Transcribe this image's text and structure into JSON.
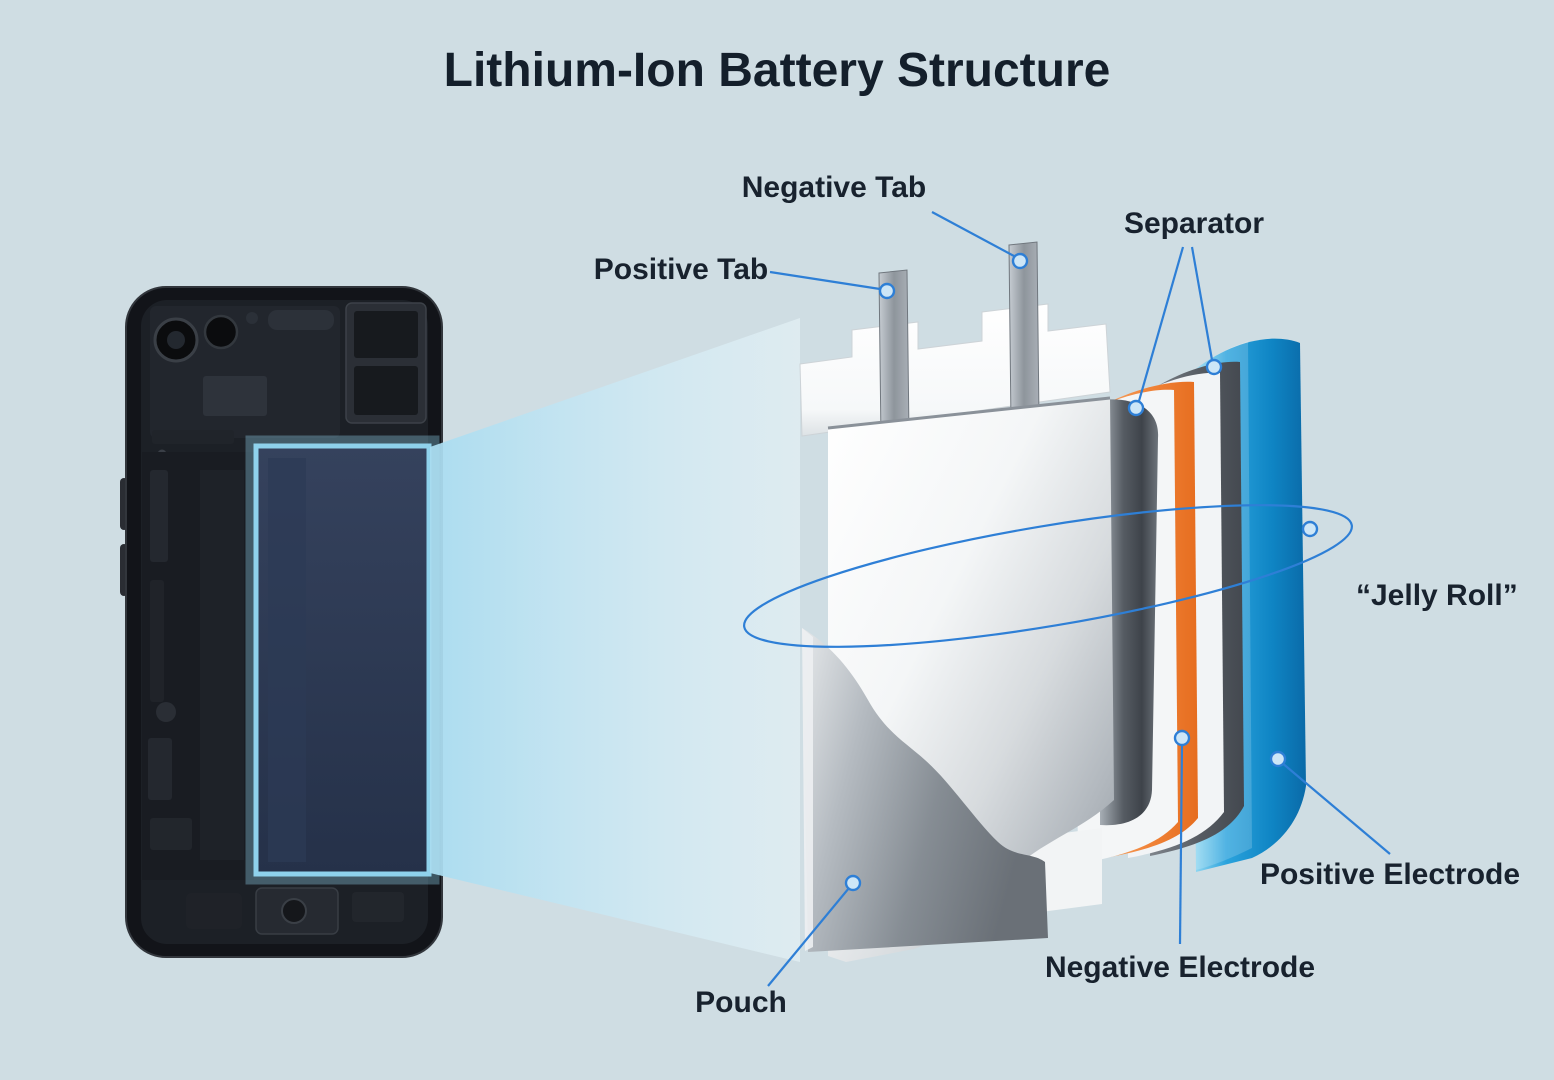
{
  "title": "Lithium-Ion Battery Structure",
  "labels": {
    "negative_tab": "Negative Tab",
    "positive_tab": "Positive Tab",
    "separator": "Separator",
    "jelly_roll": "“Jelly Roll”",
    "positive_electrode": "Positive Electrode",
    "negative_electrode": "Negative Electrode",
    "pouch": "Pouch"
  },
  "colors": {
    "background": "#cfdde3",
    "title_text": "#141f2b",
    "label_text": "#18222e",
    "leader_line": "#2e7fd6",
    "positive_electrode_blue": "#1a9ad8",
    "negative_electrode_orange": "#ee7a33",
    "separator_white": "#f2f4f6",
    "pouch_gray": "#9aa1a8",
    "tab_gray": "#98a0a8",
    "projection_beam": "#bfe4f2",
    "battery_highlight": "#8fd2ec"
  }
}
